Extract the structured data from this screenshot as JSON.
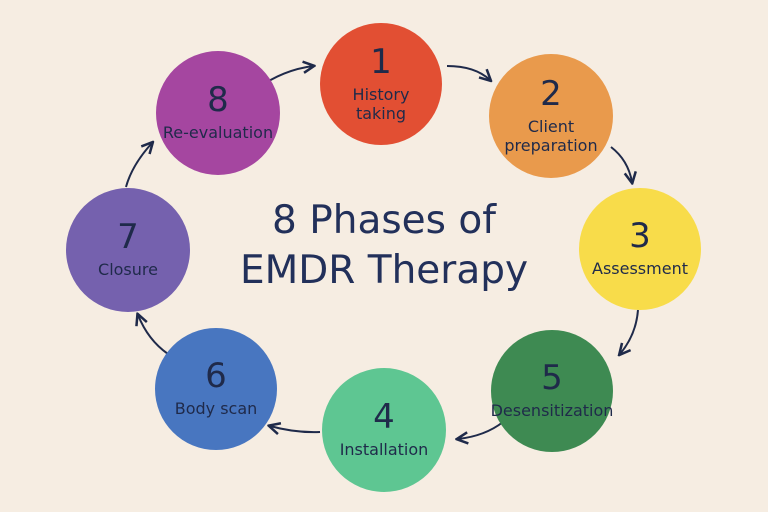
{
  "title": {
    "line1": "8 Phases of",
    "line2": "EMDR Therapy"
  },
  "phases": [
    {
      "number": "1",
      "label": "History\ntaking",
      "color": "#e24f33"
    },
    {
      "number": "2",
      "label": "Client\npreparation",
      "color": "#e99a4c"
    },
    {
      "number": "3",
      "label": "Assessment",
      "color": "#f8dc4a"
    },
    {
      "number": "5",
      "label": "Desensitization",
      "color": "#3e8a52"
    },
    {
      "number": "4",
      "label": "Installation",
      "color": "#5ec692"
    },
    {
      "number": "6",
      "label": "Body scan",
      "color": "#4876c0"
    },
    {
      "number": "7",
      "label": "Closure",
      "color": "#7561ae"
    },
    {
      "number": "8",
      "label": "Re-evaluation",
      "color": "#a546a0"
    }
  ],
  "colors": {
    "background": "#f6ede2",
    "text": "#1f2a4a",
    "arrow": "#1f2a4a"
  }
}
